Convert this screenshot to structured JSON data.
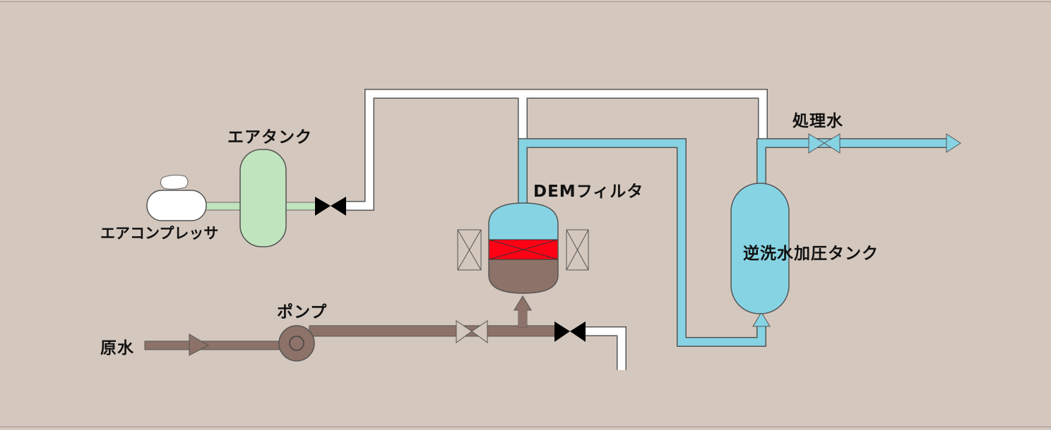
{
  "labels": {
    "air_tank": "エアタンク",
    "air_compressor": "エアコンプレッサ",
    "dem_filter": "DEMフィルタ",
    "backwash_tank": "逆洗水加圧タンク",
    "treated_water": "処理水",
    "pump": "ポンプ",
    "raw_water": "原水"
  },
  "colors": {
    "background": "#d4c7bd",
    "air_pipe": "#ffffff",
    "air_line": "#c0e4be",
    "water_pipe": "#86d3e3",
    "raw_pipe": "#8c7268",
    "filter_media": "#ff0015"
  }
}
